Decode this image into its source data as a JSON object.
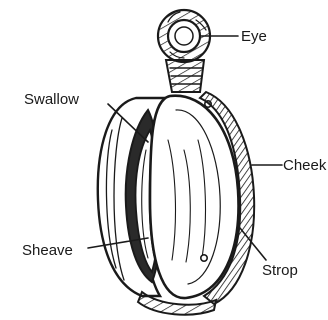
{
  "labels": {
    "eye": "Eye",
    "swallow": "Swallow",
    "cheek": "Cheek",
    "sheave": "Sheave",
    "strop": "Strop"
  }
}
